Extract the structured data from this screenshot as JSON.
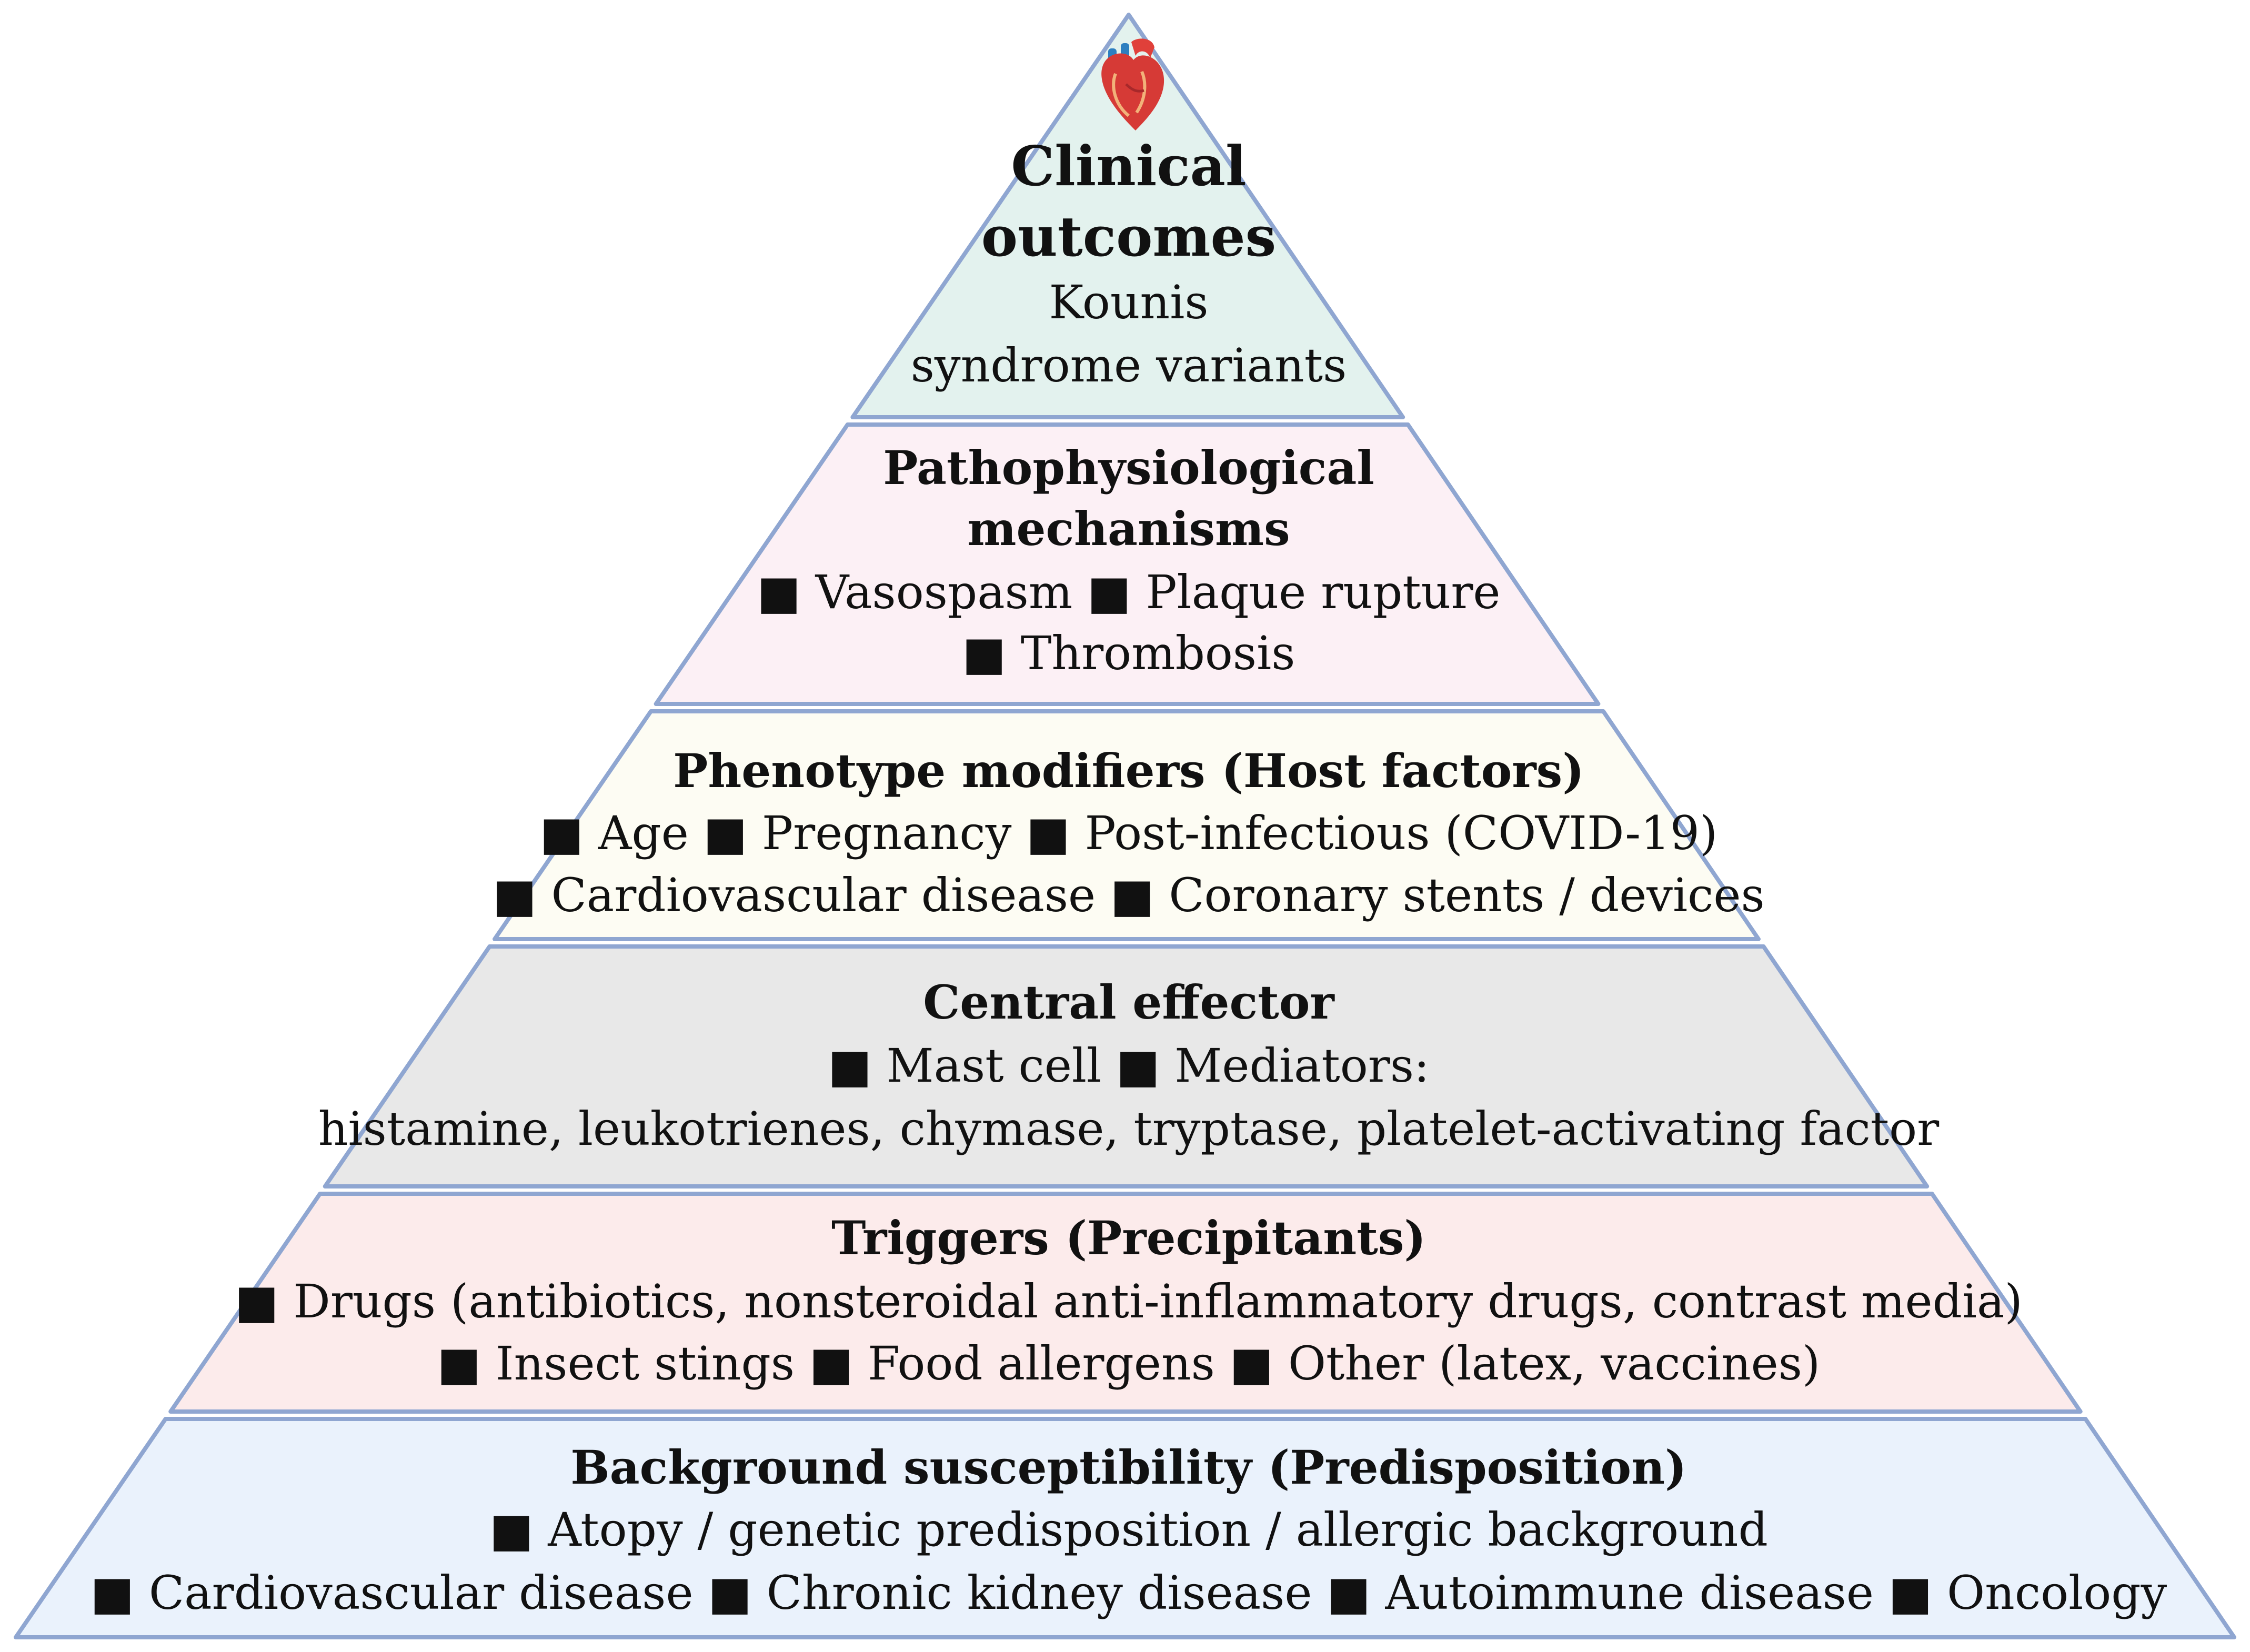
{
  "diagram": {
    "type": "pyramid",
    "layers": [
      {
        "id": "clinical-outcomes",
        "title_lines": [
          "Clinical",
          "outcomes"
        ],
        "body_lines": [
          "Kounis",
          "syndrome variants"
        ],
        "fill": "#e3f2ee",
        "icon": "heart-icon"
      },
      {
        "id": "pathophysiological-mechanisms",
        "title_lines": [
          "Pathophysiological",
          "mechanisms"
        ],
        "body_lines": [
          "■ Vasospasm ■ Plaque rupture",
          "■ Thrombosis"
        ],
        "fill": "#fcf0f5"
      },
      {
        "id": "phenotype-modifiers",
        "title_lines": [
          "Phenotype modifiers (Host factors)"
        ],
        "body_lines": [
          "■ Age ■ Pregnancy ■ Post-infectious (COVID-19)",
          "■ Cardiovascular disease ■ Coronary stents / devices"
        ],
        "fill": "#fdfcf3"
      },
      {
        "id": "central-effector",
        "title_lines": [
          "Central effector"
        ],
        "body_lines": [
          "■ Mast cell ■ Mediators:",
          "histamine, leukotrienes, chymase, tryptase, platelet-activating factor"
        ],
        "fill": "#e8e8e8"
      },
      {
        "id": "triggers",
        "title_lines": [
          "Triggers (Precipitants)"
        ],
        "body_lines": [
          "■ Drugs (antibiotics, nonsteroidal anti-inflammatory drugs, contrast media)",
          "■ Insect stings ■ Food allergens ■ Other (latex, vaccines)"
        ],
        "fill": "#fcebeb"
      },
      {
        "id": "background-susceptibility",
        "title_lines": [
          "Background susceptibility (Predisposition)"
        ],
        "body_lines": [
          "■ Atopy / genetic predisposition / allergic background",
          "■ Cardiovascular disease ■ Chronic kidney disease ■ Autoimmune disease ■ Oncology"
        ],
        "fill": "#eaf2fc"
      }
    ],
    "outline_color": "#8fa6d1"
  }
}
